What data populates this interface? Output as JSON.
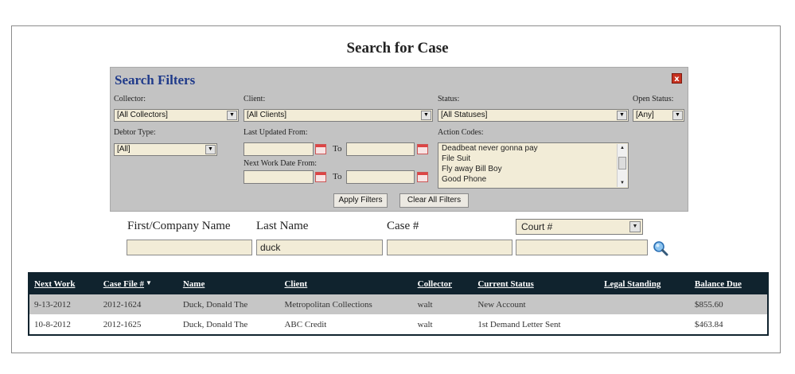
{
  "page": {
    "title": "Search for Case"
  },
  "filters": {
    "title": "Search Filters",
    "collector": {
      "label": "Collector:",
      "value": "[All Collectors]"
    },
    "client": {
      "label": "Client:",
      "value": "[All Clients]"
    },
    "status": {
      "label": "Status:",
      "value": "[All Statuses]"
    },
    "open_status": {
      "label": "Open Status:",
      "value": "[Any]"
    },
    "debtor_type": {
      "label": "Debtor Type:",
      "value": "[All]"
    },
    "last_updated_from": {
      "label": "Last Updated From:"
    },
    "next_work_date_from": {
      "label": "Next Work Date From:"
    },
    "to_label": "To",
    "action_codes": {
      "label": "Action Codes:",
      "options": [
        "Deadbeat never gonna pay",
        "File Suit",
        "Fly away Bill Boy",
        "Good Phone"
      ]
    },
    "apply_label": "Apply Filters",
    "clear_label": "Clear All Filters"
  },
  "name_search": {
    "first_label": "First/Company Name",
    "last_label": "Last Name",
    "case_label": "Case #",
    "court_value": "Court #",
    "first_value": "",
    "last_value": "duck",
    "case_value": "",
    "court_input_value": ""
  },
  "results": {
    "columns": [
      "Next Work",
      "Case File #",
      "Name",
      "Client",
      "Collector",
      "Current Status",
      "Legal Standing",
      "Balance Due"
    ],
    "rows": [
      [
        "9-13-2012",
        "2012-1624",
        "Duck, Donald The",
        "Metropolitan Collections",
        "walt",
        "New Account",
        "",
        "$855.60"
      ],
      [
        "10-8-2012",
        "2012-1625",
        "Duck, Donald The",
        "ABC Credit",
        "walt",
        "1st Demand Letter Sent",
        "",
        "$463.84"
      ]
    ]
  },
  "colors": {
    "header_bg": "#10232e",
    "panel_bg": "#c3c3c3",
    "title_blue": "#1f3a8a",
    "input_bg": "#f2ecd7"
  }
}
